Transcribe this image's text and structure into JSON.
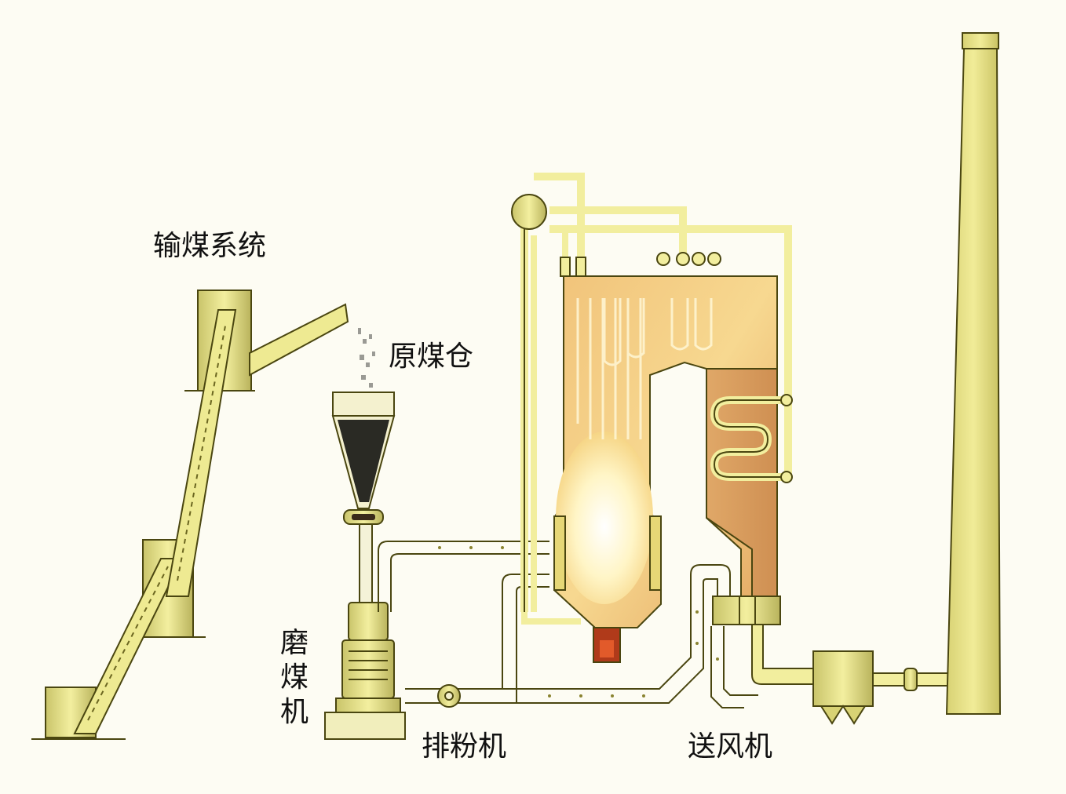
{
  "labels": {
    "conveyor": "输煤系统",
    "bunker": "原煤仓",
    "mill": "磨煤机",
    "exhauster": "排粉机",
    "fan": "送风机"
  },
  "colors": {
    "background": "#fdfcf3",
    "metal": "#ebe68e",
    "metal_dark": "#8a8330",
    "outline": "#4a4610",
    "pipe": "#f2ee9e",
    "duct": "#f4f2d8",
    "furnace_warm": "#e8b36a",
    "fire": "#fff6c8",
    "coal": "#2a2a24",
    "ember": "#c9401a"
  }
}
